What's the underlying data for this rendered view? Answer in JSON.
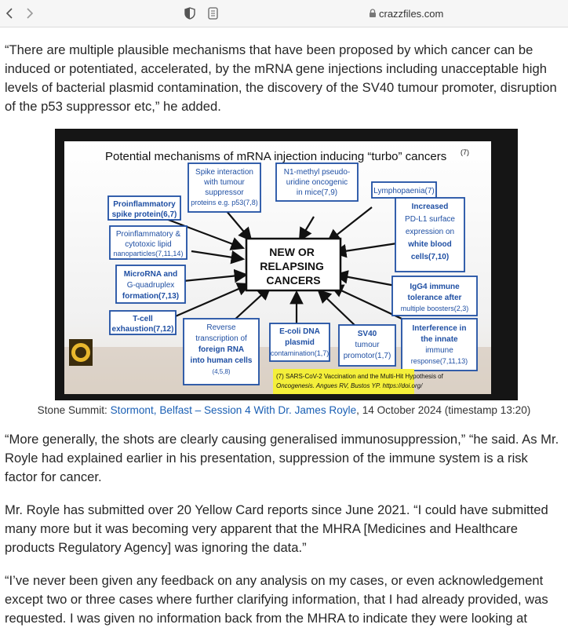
{
  "browser": {
    "url": "crazzfiles.com",
    "back_icon": "chevron-left-icon",
    "forward_icon": "chevron-right-icon"
  },
  "article": {
    "para1": "“There are multiple plausible mechanisms that have been proposed by which cancer can be induced or potentiated, accelerated, by the mRNA gene injections including unacceptable high levels of bacterial plasmid contamination, the discovery of the SV40 tumour promoter, disruption of the p53 suppressor etc,” he added.",
    "caption_prefix": "Stone Summit: ",
    "caption_link": "Stormont, Belfast – Session 4 With Dr. James Royle",
    "caption_suffix": ", 14 October 2024 (timestamp 13:20)",
    "para2": "“More generally, the shots are clearly causing generalised immunosuppression,” “he said. As Mr. Royle had explained earlier in his presentation, suppression of the immune system is a risk factor for cancer.",
    "para3": "Mr. Royle has submitted over 20 Yellow Card reports since June 2021.  “I could have submitted many more but it was becoming very apparent that the MHRA [Medicines and Healthcare products Regulatory Agency] was ignoring the data.”",
    "para4": "“I’ve never been given any feedback on any analysis on my cases, or even acknowledgement except two or three cases where further clarifying information, that I had already provided, was requested.  I was given no information back from the MHRA to indicate they were looking at"
  },
  "slide": {
    "title": "Potential mechanisms of mRNA injection inducing “turbo” cancers",
    "title_ref": "(7)",
    "center": [
      "NEW OR",
      "RELAPSING",
      "CANCERS"
    ],
    "boxes": {
      "spike_interaction": [
        "Spike interaction",
        "with tumour",
        "suppressor",
        "proteins e.g. p53(7,8)"
      ],
      "n1_methyl": [
        "N1-methyl pseudo-",
        "uridine oncogenic",
        "in mice(7,9)"
      ],
      "lymphopaenia": "Lymphopaenia(7)",
      "proinflammatory_spike": [
        "Proinflammatory",
        "spike protein(6,7)"
      ],
      "pdl1": [
        "Increased",
        "PD-L1 surface",
        "expression on",
        "white blood",
        "cells(7,10)"
      ],
      "cytotoxic": [
        "Proinflammatory &",
        "cytotoxic lipid",
        "nanoparticles(7,11,14)"
      ],
      "microrna": [
        "MicroRNA and",
        "G-quadruplex",
        "formation(7,13)"
      ],
      "igg4": [
        "IgG4 immune",
        "tolerance after",
        "multiple boosters(2,3)"
      ],
      "tcell": [
        "T-cell",
        "exhaustion(7,12)"
      ],
      "reverse": [
        "Reverse",
        "transcription of",
        "foreign RNA",
        "into human cells",
        "(4,5,8)"
      ],
      "ecoli": [
        "E-coli DNA",
        "plasmid",
        "contamination(1,7)"
      ],
      "sv40": [
        "SV40",
        "tumour",
        "promotor(1,7)"
      ],
      "interference": [
        "Interference in",
        "the innate",
        "immune",
        "response(7,11,13)"
      ]
    },
    "reference": [
      "(7) SARS-CoV-2 Vaccination and the Multi-Hit Hypothesis of",
      "Oncogenesis. Angues RV, Bustos YP. https://doi.org/"
    ]
  }
}
